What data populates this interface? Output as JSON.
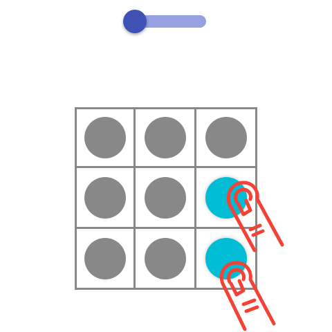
{
  "toggle": {
    "state": "off",
    "thumb_color": "#3f51b5",
    "track_color": "#97a0e0"
  },
  "grid": {
    "rows": 3,
    "cols": 3,
    "line_color": "#888888",
    "off_color": "#888888",
    "on_color": "#00bcd4",
    "dots": [
      {
        "row": 0,
        "col": 0,
        "on": false
      },
      {
        "row": 0,
        "col": 1,
        "on": false
      },
      {
        "row": 0,
        "col": 2,
        "on": false
      },
      {
        "row": 1,
        "col": 0,
        "on": false
      },
      {
        "row": 1,
        "col": 1,
        "on": false
      },
      {
        "row": 1,
        "col": 2,
        "on": true
      },
      {
        "row": 2,
        "col": 0,
        "on": false
      },
      {
        "row": 2,
        "col": 1,
        "on": false
      },
      {
        "row": 2,
        "col": 2,
        "on": true
      }
    ]
  },
  "touch_hints": {
    "icon": "tap-finger-icon",
    "color": "#f44336",
    "targets": [
      {
        "row": 1,
        "col": 2
      },
      {
        "row": 2,
        "col": 2
      }
    ]
  }
}
